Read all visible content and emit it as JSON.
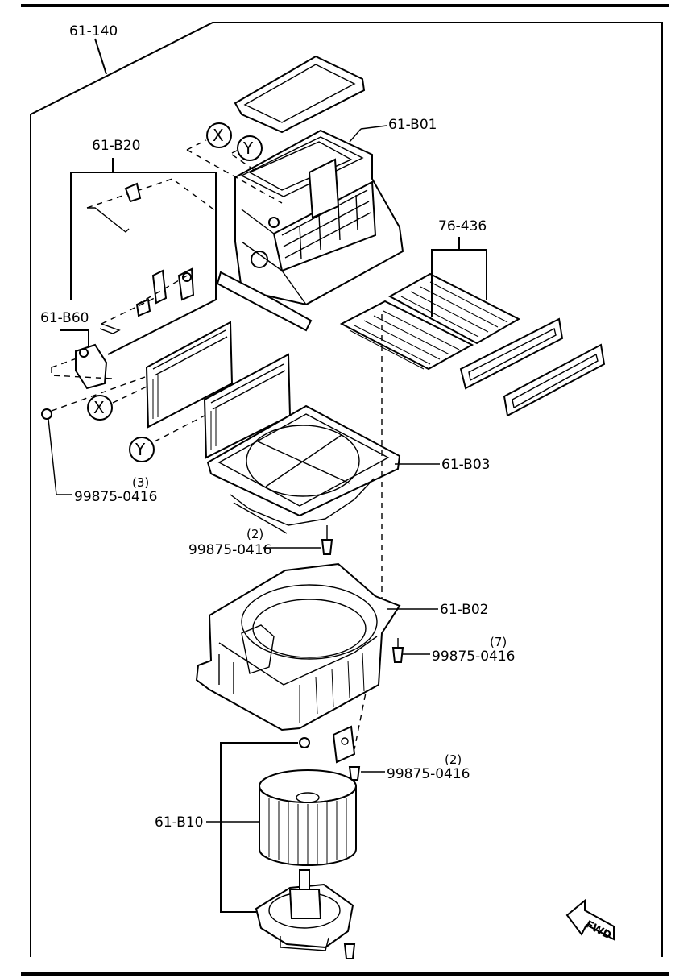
{
  "assembly": {
    "label": "61-140"
  },
  "callouts": {
    "b01": "61-B01",
    "b20": "61-B20",
    "b60": "61-B60",
    "b03": "61-B03",
    "b02": "61-B02",
    "b10": "61-B10",
    "filter": "76-436"
  },
  "screws": [
    {
      "part": "99875-0416",
      "qty": "(3)"
    },
    {
      "part": "99875-0416",
      "qty": "(2)"
    },
    {
      "part": "99875-0416",
      "qty": "(7)"
    },
    {
      "part": "99875-0416",
      "qty": "(2)"
    }
  ],
  "markers": {
    "x": "X",
    "y": "Y"
  },
  "direction": {
    "label": "FWD"
  }
}
